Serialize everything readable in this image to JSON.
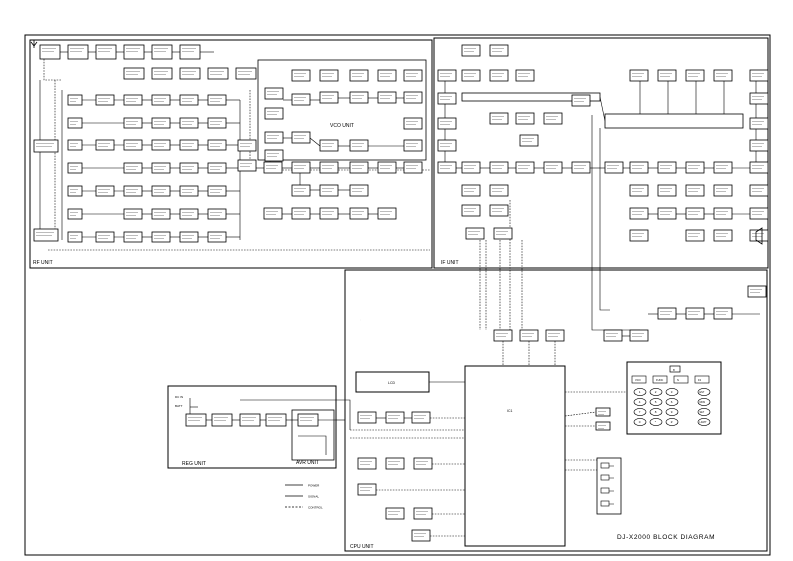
{
  "title": "DJ-X2000 BLOCK DIAGRAM",
  "units": {
    "rf": "RF UNIT",
    "if": "IF UNIT",
    "vco": "VCO UNIT",
    "cpu": "CPU UNIT",
    "reg": "REG UNIT",
    "avr": "AVR UNIT"
  },
  "legend": {
    "power": "POWER",
    "signal": "SIGNAL",
    "control": "CONTROL"
  },
  "keypad": {
    "top_key": "8",
    "row1": [
      "VCO",
      "FUNC",
      "N",
      "F2"
    ],
    "keys": [
      "1",
      "2",
      "3",
      "4",
      "5",
      "6",
      "7",
      "8",
      "9",
      "0",
      "*",
      "#"
    ],
    "side": [
      "ENT",
      "MON",
      "SET",
      "LIGHT"
    ]
  },
  "cpu": {
    "label": "IC1",
    "lcd": "LCD"
  },
  "reg_inputs": [
    "DC IN",
    "BATT"
  ]
}
